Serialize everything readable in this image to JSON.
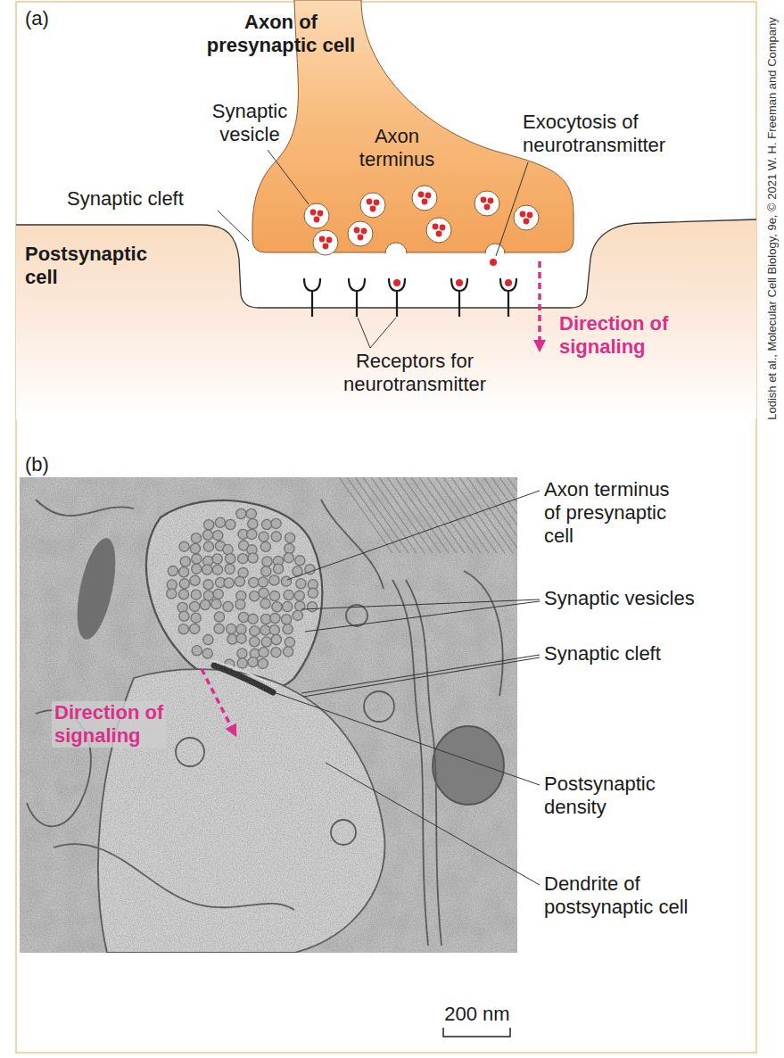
{
  "diagram": {
    "labels": [
      "(a)",
      "Axon of presynaptic cell",
      "Synaptic vesicle",
      "Axon terminus",
      "Exocytosis of neurotransmitter",
      "Synaptic cleft",
      "Postsynaptic cell",
      "Direction of signaling",
      "Receptors for neurotransmitter",
      "(b)",
      "Axon terminus of presynaptic cell",
      "Synaptic vesicles",
      "Synaptic cleft",
      "Direction of signaling",
      "Postsynaptic density",
      "Dendrite of postsynaptic cell",
      "200 nm",
      "Lodish et al., Molecular Cell Biology, 9e, © 2021 W. H. Freeman and Company"
    ]
  }
}
